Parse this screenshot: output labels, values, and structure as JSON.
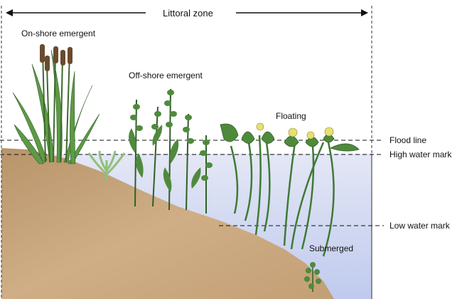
{
  "title": "Littoral zone",
  "zones": {
    "onshore": "On-shore emergent",
    "offshore": "Off-shore emergent",
    "floating": "Floating",
    "submerged": "Submerged"
  },
  "levels": {
    "flood": "Flood line",
    "high": "High water mark",
    "low": "Low water mark"
  },
  "colors": {
    "water_top": "#dfe3f3",
    "water_bottom": "#c3cdee",
    "soil": "#c9a57c",
    "plant": "#4f8a3c",
    "plant_dark": "#2f5f28",
    "cattail": "#6b4a2e",
    "flower": "#e8e070"
  }
}
